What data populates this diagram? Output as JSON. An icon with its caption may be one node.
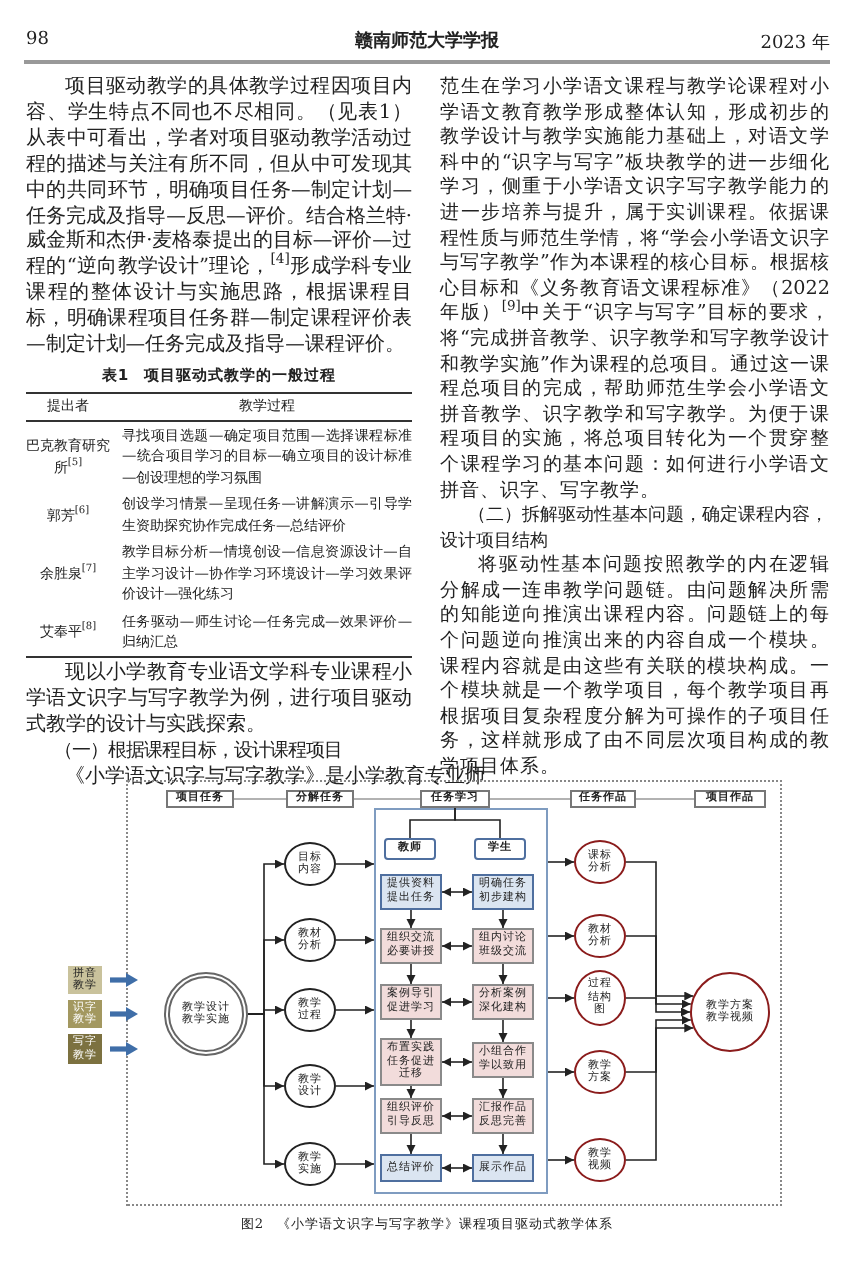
{
  "diagram": {
    "caption": "图2　《小学语文识字与写字教学》课程项目驱动式教学体系",
    "nodes": [
      {
        "text": [
          "项目任务"
        ]
      },
      {
        "text": [
          "分解任务"
        ]
      },
      {
        "text": [
          "任务学习"
        ]
      },
      {
        "text": [
          "任务作品"
        ]
      },
      {
        "text": [
          "项目作品"
        ]
      },
      {
        "text": [
          "拼音教学"
        ]
      },
      {
        "text": [
          "识字教学"
        ]
      },
      {
        "text": [
          "写字教学"
        ]
      },
      {
        "text": [
          "教学设计教学实施"
        ]
      },
      {
        "text": [
          "目标内容"
        ]
      },
      {
        "text": [
          "教材分析"
        ]
      },
      {
        "text": [
          "教学过程"
        ]
      },
      {
        "text": [
          "教学设计"
        ]
      },
      {
        "text": [
          "教学实施"
        ]
      },
      {
        "text": [],
        "shape": "box"
      },
      {
        "text": [
          "教师"
        ],
        "in": 14
      },
      {
        "text": [
          "学生"
        ],
        "in": 14
      },
      {
        "text": [
          "提供资料提出任务"
        ],
        "in": 14
      },
      {
        "text": [
          "组织交流必要讲授"
        ],
        "in": 14
      },
      {
        "text": [
          "案例导引促进学习"
        ],
        "in": 14
      },
      {
        "text": [
          "布置实践任务促进迁移"
        ],
        "in": 14
      },
      {
        "text": [
          "组织评价引导反思"
        ],
        "in": 14
      },
      {
        "text": [
          "总结评价"
        ],
        "in": 14
      },
      {
        "text": [
          "明确任务初步建构"
        ],
        "in": 14
      },
      {
        "text": [
          "组内讨论班级交流"
        ],
        "in": 14
      },
      {
        "text": [
          "分析案例深化建构"
        ],
        "in": 14
      },
      {
        "text": [
          "小组合作学以致用"
        ],
        "in": 14
      },
      {
        "text": [
          "汇报作品反思完善"
        ],
        "in": 14
      },
      {
        "text": [
          "展示作品"
        ],
        "in": 14
      },
      {
        "text": [
          "课标分析"
        ]
      },
      {
        "text": [
          "教材分析"
        ]
      },
      {
        "text": [
          "过程结构图"
        ]
      },
      {
        "text": [
          "教学方案"
        ]
      },
      {
        "text": [
          "教学视频"
        ]
      },
      {
        "text": [
          "教学方案教学视频"
        ]
      }
    ],
    "edges": [
      {
        "from": 0,
        "to": 1,
        "arrow": "none",
        "color": "#999999"
      },
      {
        "from": 1,
        "to": 2,
        "arrow": "none",
        "color": "#999999"
      },
      {
        "from": 2,
        "to": 3,
        "arrow": "none",
        "color": "#999999"
      },
      {
        "from": 3,
        "to": 4,
        "arrow": "none",
        "color": "#999999"
      },
      {
        "from": 2,
        "to": 15,
        "arrow": "none"
      },
      {
        "from": 2,
        "to": 16,
        "arrow": "none"
      },
      {
        "from": 5,
        "to": null,
        "arrow": "to",
        "style": "thick",
        "color": "#3f6ea8"
      },
      {
        "from": 6,
        "to": null,
        "arrow": "to",
        "style": "thick",
        "color": "#3f6ea8"
      },
      {
        "from": 7,
        "to": null,
        "arrow": "to",
        "style": "thick",
        "color": "#3f6ea8"
      },
      {
        "from": 8,
        "to": 9,
        "arrow": "to"
      },
      {
        "from": 8,
        "to": 10,
        "arrow": "to"
      },
      {
        "from": 8,
        "to": 11,
        "arrow": "to"
      },
      {
        "from": 8,
        "to": 12,
        "arrow": "to"
      },
      {
        "from": 8,
        "to": 13,
        "arrow": "to"
      },
      {
        "from": 9,
        "to": 14,
        "arrow": "to"
      },
      {
        "from": 10,
        "to": 14,
        "arrow": "to"
      },
      {
        "from": 11,
        "to": 14,
        "arrow": "to"
      },
      {
        "from": 12,
        "to": 14,
        "arrow": "to"
      },
      {
        "from": 13,
        "to": 14,
        "arrow": "to"
      },
      {
        "from": 17,
        "to": 18,
        "arrow": "to"
      },
      {
        "from": 18,
        "to": 19,
        "arrow": "to"
      },
      {
        "from": 19,
        "to": 20,
        "arrow": "to"
      },
      {
        "from": 20,
        "to": 21,
        "arrow": "to"
      },
      {
        "from": 21,
        "to": 22,
        "arrow": "to"
      },
      {
        "from": 23,
        "to": 24,
        "arrow": "to"
      },
      {
        "from": 24,
        "to": 25,
        "arrow": "to"
      },
      {
        "from": 25,
        "to": 26,
        "arrow": "to"
      },
      {
        "from": 26,
        "to": 27,
        "arrow": "to"
      },
      {
        "from": 27,
        "to": 28,
        "arrow": "to"
      },
      {
        "from": 17,
        "to": 23,
        "arrow": "both"
      },
      {
        "from": 18,
        "to": 24,
        "arrow": "both"
      },
      {
        "from": 19,
        "to": 25,
        "arrow": "both"
      },
      {
        "from": 20,
        "to": 26,
        "arrow": "both"
      },
      {
        "from": 21,
        "to": 27,
        "arrow": "both"
      },
      {
        "from": 22,
        "to": 28,
        "arrow": "both"
      },
      {
        "from": 14,
        "to": 29,
        "arrow": "to"
      },
      {
        "from": 14,
        "to": 30,
        "arrow": "to"
      },
      {
        "from": 14,
        "to": 31,
        "arrow": "to"
      },
      {
        "from": 14,
        "to": 32,
        "arrow": "to"
      },
      {
        "from": 14,
        "to": 33,
        "arrow": "to"
      },
      {
        "from": 29,
        "to": 34,
        "arrow": "to"
      },
      {
        "from": 30,
        "to": 34,
        "arrow": "to"
      },
      {
        "from": 31,
        "to": 34,
        "arrow": "to"
      },
      {
        "from": 32,
        "to": 34,
        "arrow": "to"
      },
      {
        "from": 33,
        "to": 34,
        "arrow": "to"
      }
    ],
    "labels": [
      "98",
      "赣南师范大学学报",
      "2023 年",
      "项目驱动教学的具体教学过程因项目内容、学生特点不同也不尽相同。（见表1）从表中可看出，学者对项目驱动教学活动过程的描述与关注有所不同，但从中可发现其中的共同环节，明确项目任务—制定计划—任务完成及指导—反思—评价。结合格兰特·威金斯和杰伊·麦格泰提出的目标—评价—过程的“逆向教学设计”理论，$^{[4]}$形成学科专业课程的整体设计与实施思路，根据课程目标，明确课程项目任务群—制定课程评价表—制定计划—任务完成及指导—课程评价。",
      "表1　项目驱动式教学的一般过程",
      "提出者",
      "教学过程",
      "巴克教育研究所$^{[5]}$",
      "寻找项目选题—确定项目范围—选择课程标准—统合项目学习的目标—确立项目的设计标准—创设理想的学习氛围",
      "郭芳$^{[6]}$",
      "创设学习情景—呈现任务—讲解演示—引导学生资助探究协作完成任务—总结评价",
      "余胜泉$^{[7]}$",
      "教学目标分析—情境创设—信息资源设计—自主学习设计—协作学习环境设计—学习效果评价设计—强化练习",
      "艾奉平$^{[8]}$",
      "任务驱动—师生讨论—任务完成—效果评价—归纳汇总",
      "现以小学教育专业语文学科专业课程小学语文识字与写字教学为例，进行项目驱动式教学的设计与实践探索。",
      "（一）根据课程目标，设计课程项目",
      "《小学语文识字与写字教学》是小学教育专业师",
      "范生在学习小学语文课程与教学论课程对小学语文教育教学形成整体认知，形成初步的教学设计与教学实施能力基础上，对语文学科中的“识字与写字”板块教学的进一步细化学习，侧重于小学语文识字写字教学能力的进一步培养与提升，属于实训课程。依据课程性质与师范生学情，将“学会小学语文识字与写字教学”作为本课程的核心目标。根据核心目标和《义务教育语文课程标准》（2022 年版）$^{[9]}$中关于“识字与写字”目标的要求，将“完成拼音教学、识字教学和写字教学设计和教学实施”作为课程的总项目。通过这一课程总项目的完成，帮助师范生学会小学语文拼音教学、识字教学和写字教学。为便于课程项目的实施，将总项目转化为一个贯穿整个课程学习的基本问题：如何进行小学语文拼音、识字、写字教学。",
      "（二）拆解驱动性基本问题，确定课程内容，设计项目结构",
      "将驱动性基本问题按照教学的内在逻辑分解成一连串教学问题链。由问题解决所需的知能逆向推演出课程内容。问题链上的每个问题逆向推演出来的内容自成一个模块。课程内容就是由这些有关联的模块构成。一个模块就是一个教学项目，每个教学项目再根据项目复杂程度分解为可操作的子项目任务，这样就形成了由不同层次项目构成的教学项目体系。"
    ]
  }
}
